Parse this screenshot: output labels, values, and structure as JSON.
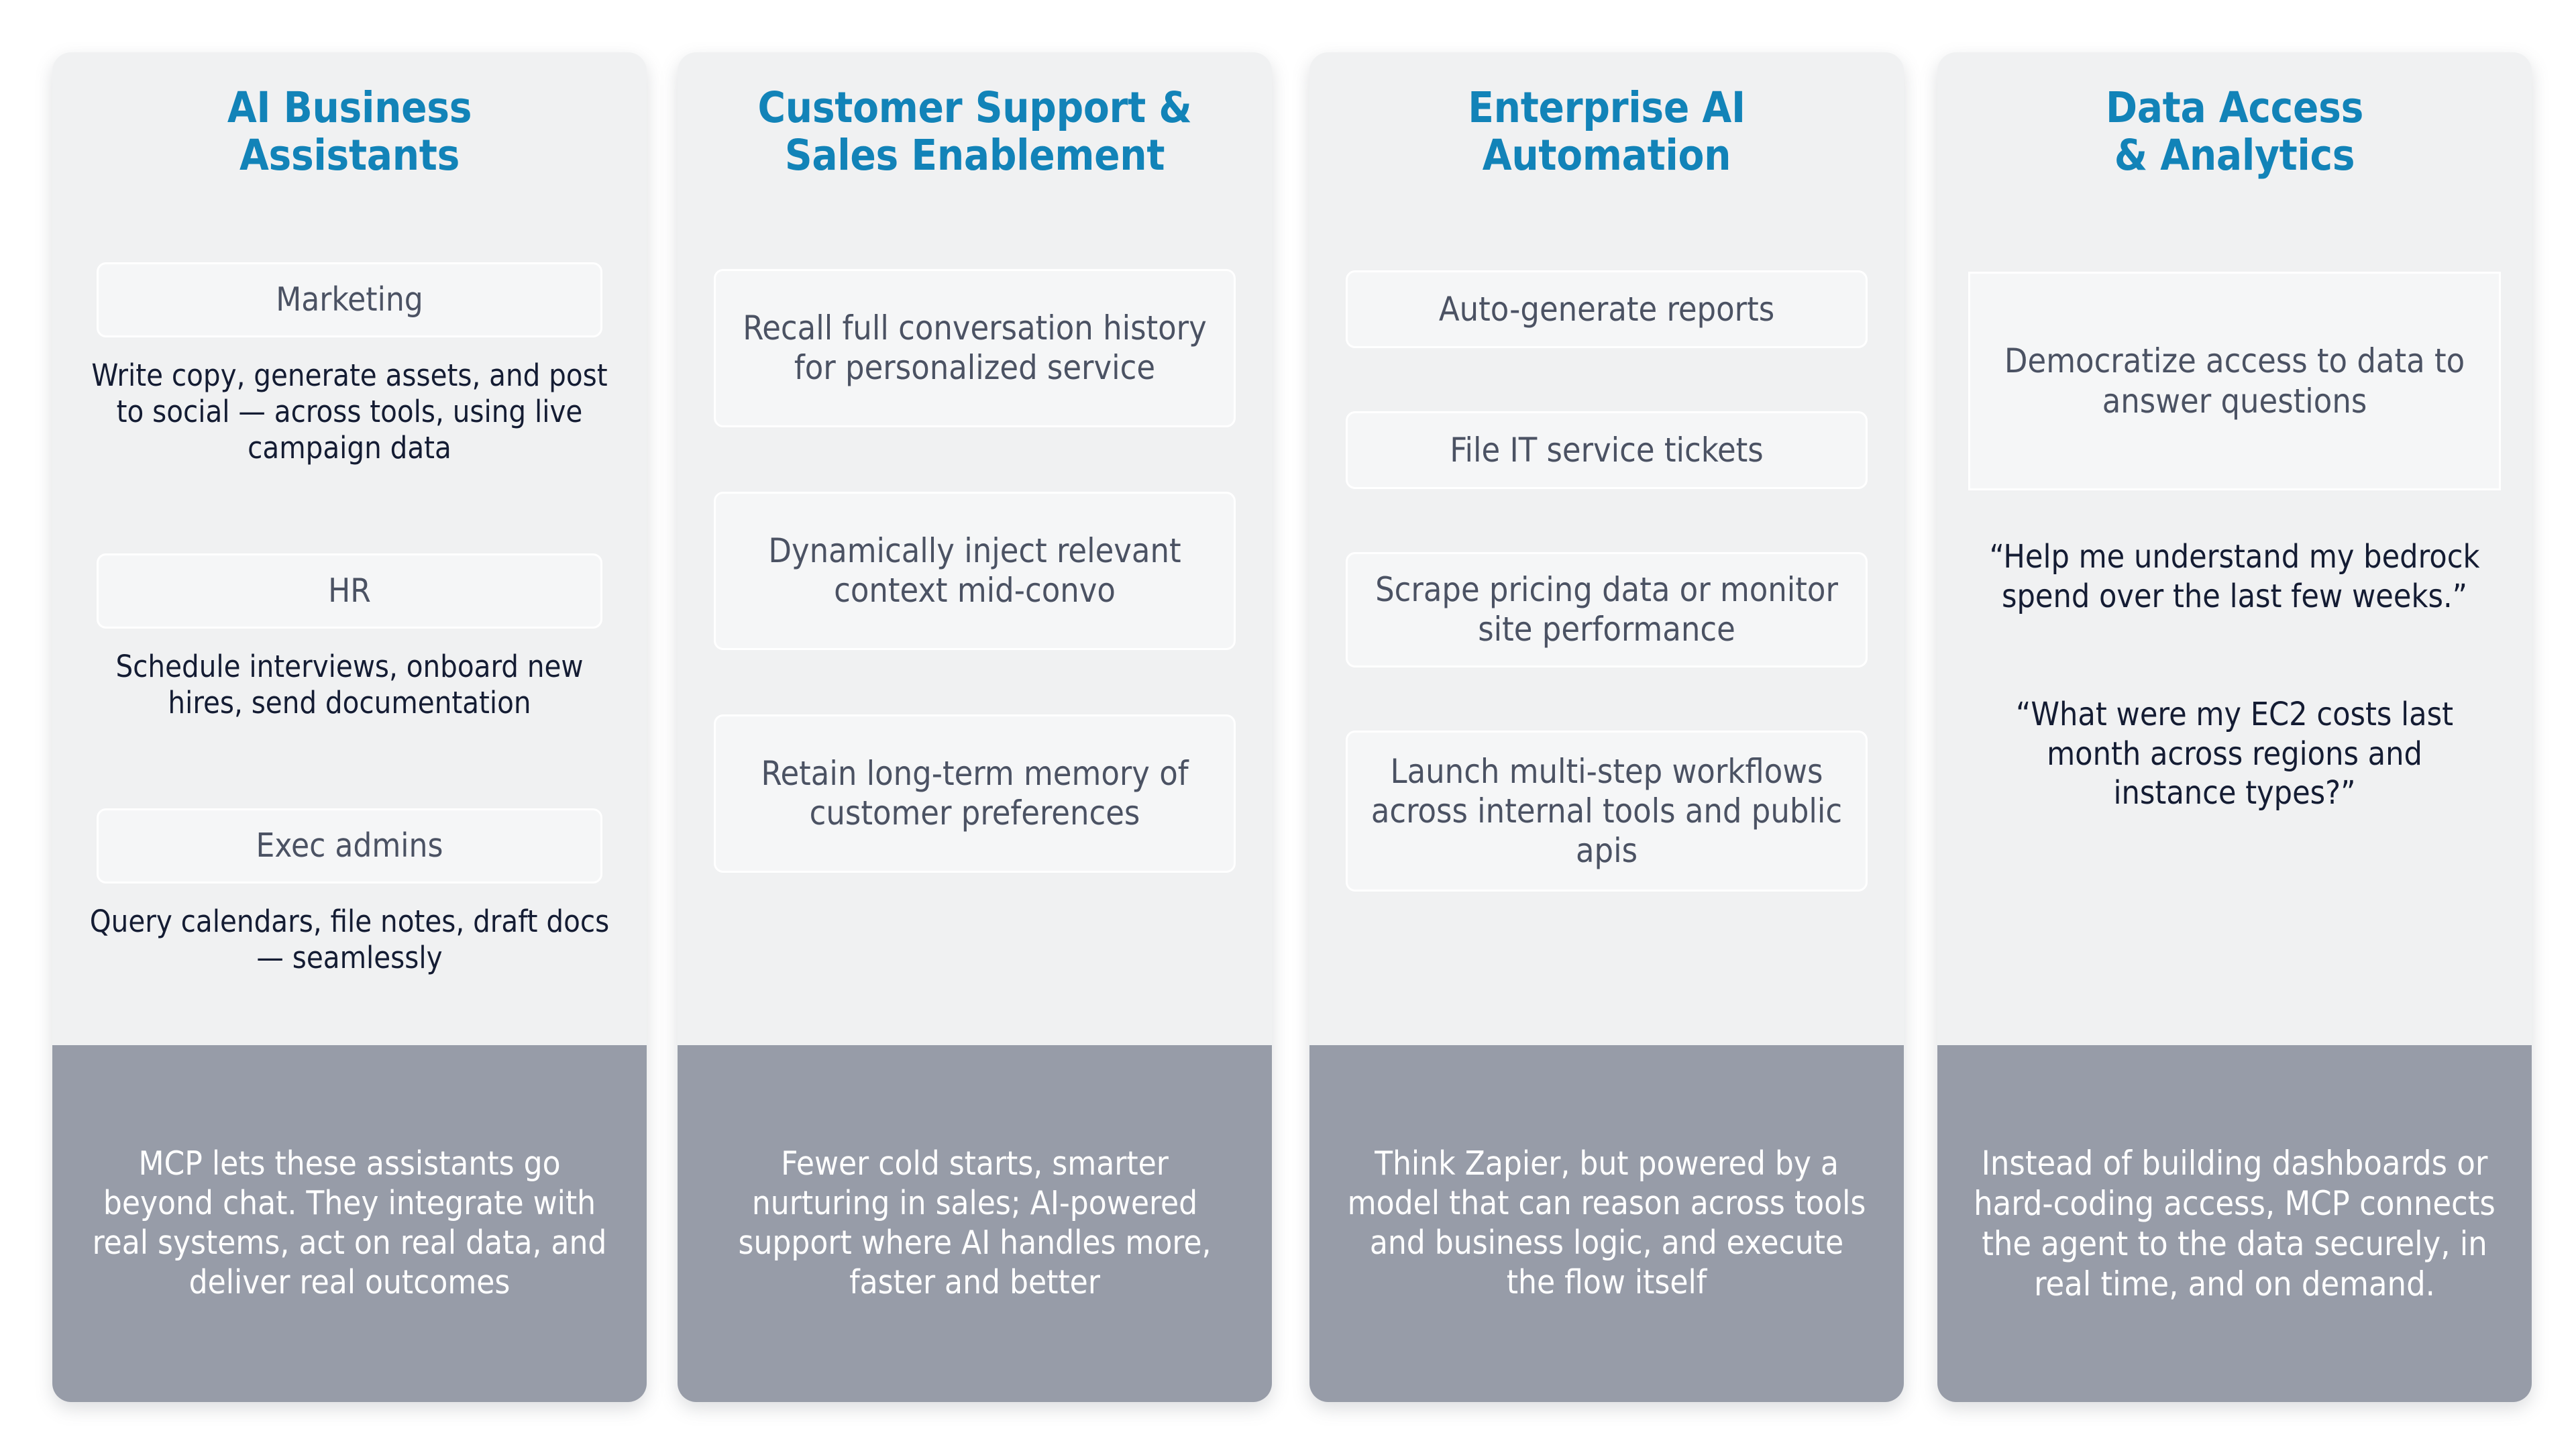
{
  "theme": {
    "title_color": "#1283b8",
    "panel_bg": "#f0f1f2",
    "card_bg": "#f5f6f7",
    "card_border": "#ffffff",
    "footer_bg": "#979ca8",
    "footer_text": "#ffffff",
    "body_text": "#141c33",
    "card_text": "#4b5263",
    "page_bg": "#ffffff"
  },
  "columns": [
    {
      "id": "ai-business-assistants",
      "title": "AI Business\nAssistants",
      "title_line1": "AI Business",
      "title_line2": "Assistants",
      "items": [
        {
          "chip": "Marketing",
          "desc": "Write copy, generate assets, and post to social — across tools, using live campaign data"
        },
        {
          "chip": "HR",
          "desc": "Schedule interviews, onboard new hires, send documentation"
        },
        {
          "chip": "Exec admins",
          "desc": "Query calendars, file notes, draft docs — seamlessly"
        }
      ],
      "footer": "MCP lets these assistants go beyond chat. They integrate with real systems, act on real data, and deliver real outcomes"
    },
    {
      "id": "customer-support-sales-enablement",
      "title": "Customer Support &\nSales Enablement",
      "title_line1": "Customer Support &",
      "title_line2": "Sales Enablement",
      "items": [
        {
          "chip": "Recall full conversation history for personalized service"
        },
        {
          "chip": "Dynamically inject relevant context mid-convo"
        },
        {
          "chip": "Retain long-term memory of customer preferences"
        }
      ],
      "footer": "Fewer cold starts, smarter nurturing in sales; AI-powered support where AI handles more, faster and better"
    },
    {
      "id": "enterprise-ai-automation",
      "title": "Enterprise AI\nAutomation",
      "title_line1": "Enterprise AI",
      "title_line2": "Automation",
      "items": [
        {
          "chip": "Auto-generate reports"
        },
        {
          "chip": "File IT service tickets"
        },
        {
          "chip": "Scrape pricing data or monitor site performance"
        },
        {
          "chip": "Launch multi-step workflows across internal tools and public apis"
        }
      ],
      "footer": "Think Zapier, but powered by a model that can reason across tools and business logic, and execute the flow itself"
    },
    {
      "id": "data-access-analytics",
      "title": "Data Access\n& Analytics",
      "title_line1": "Data Access",
      "title_line2": "& Analytics",
      "boxed": "Democratize access to data to answer questions",
      "quotes": [
        "“Help me understand my bedrock spend over the last few weeks.”",
        "“What were my EC2 costs last month across regions and instance types?”"
      ],
      "footer": "Instead of building dashboards or hard-coding access, MCP connects the agent to the data securely, in real time, and on demand."
    }
  ]
}
